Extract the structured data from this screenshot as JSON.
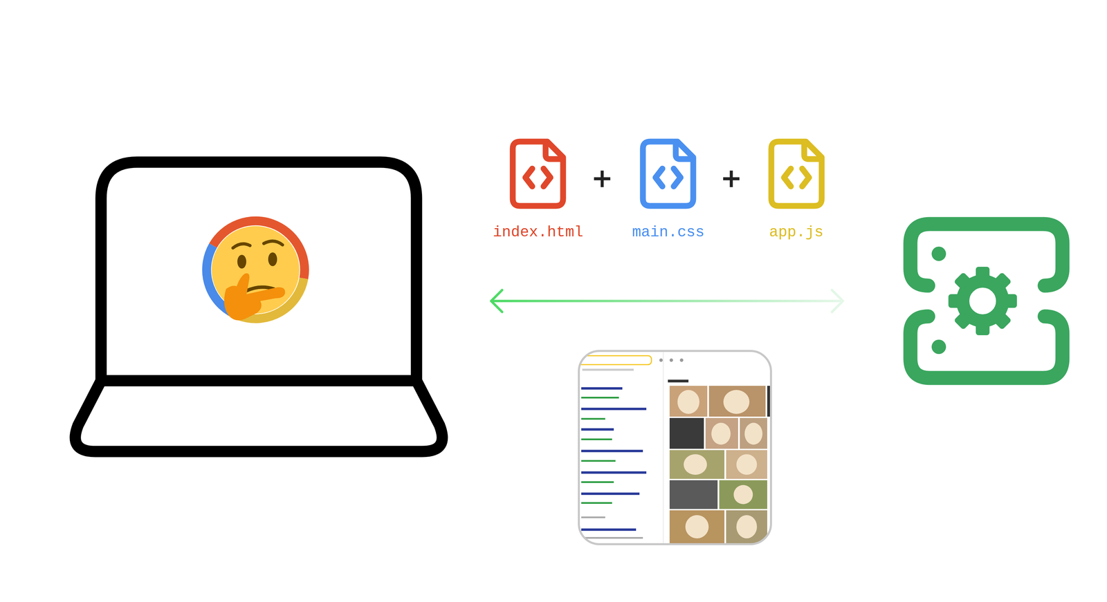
{
  "diagram": {
    "nodes": [
      {
        "text": [
          "index.html"
        ]
      },
      {
        "text": [
          "main.css"
        ]
      },
      {
        "text": [
          "app.js"
        ]
      }
    ],
    "labels": [
      "+",
      "+"
    ]
  }
}
